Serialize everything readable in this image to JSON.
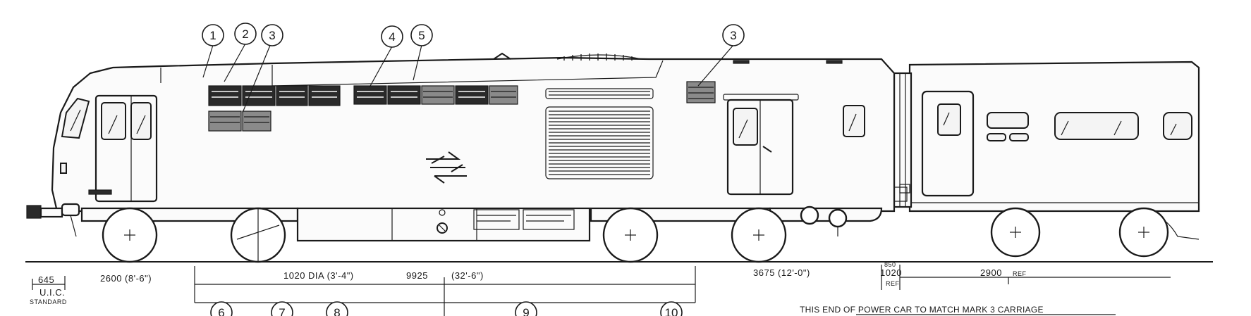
{
  "callouts_top": [
    "1",
    "2",
    "3",
    "4",
    "5",
    "3"
  ],
  "callouts_bottom": [
    "6",
    "7",
    "8",
    "9",
    "10"
  ],
  "dimensions": {
    "coupler_offset": "645",
    "coupler_standard_line1": "U.I.C.",
    "coupler_standard_line2": "STANDARD",
    "bogie_wheelbase_front": "2600 (8'-6\")",
    "wheel_diameter": "1020 DIA (3'-4\")",
    "bogie_centres": "9925",
    "bogie_centres_imperial": "(32'-6\")",
    "rear_overhang": "3675 (12'-0\")",
    "gangway_upper": "850",
    "gangway_lower": "1020",
    "gangway_ref": "REF",
    "carriage_wheelbase": "2900",
    "carriage_ref": "REF"
  },
  "note": "THIS END OF POWER CAR TO MATCH MARK 3 CARRIAGE",
  "icons": {
    "logo": "british-rail-double-arrow-icon"
  }
}
